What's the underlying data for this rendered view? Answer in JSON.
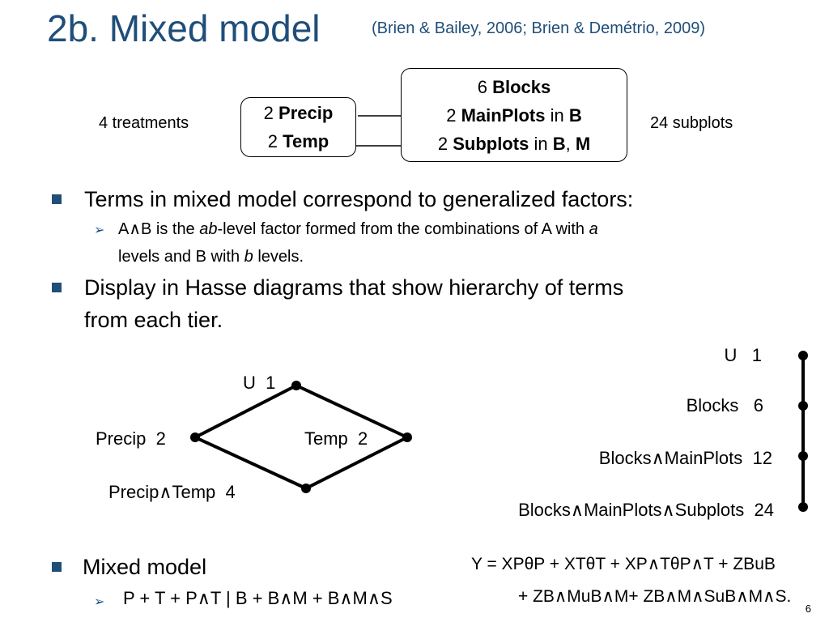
{
  "title": {
    "number": "2b.",
    "text": "Mixed model",
    "citation": "(Brien & Bailey, 2006; Brien & Demétrio, 2009)"
  },
  "tier_diagram": {
    "left_label": "4 treatments",
    "right_label": "24 subplots",
    "treatment_box": [
      {
        "count": "2",
        "factor": "Precip"
      },
      {
        "count": "2",
        "factor": "Temp"
      }
    ],
    "unit_box": [
      {
        "count": "6",
        "factor": "Blocks",
        "suffix_plain": "",
        "nested": ""
      },
      {
        "count": "2",
        "factor": "MainPlots",
        "suffix_plain": "in",
        "nested": "B"
      },
      {
        "count": "2",
        "factor": "Subplots",
        "suffix_plain": "in",
        "nested_a": "B",
        "sep": ",",
        "nested_b": "M"
      }
    ]
  },
  "bullets": {
    "b1": "Terms in mixed model correspond to generalized factors:",
    "b1_sub": {
      "p1": "A",
      "op": "∧",
      "p2": "B is the ",
      "ab": "ab",
      "p3": "-level factor formed from the combinations of A with ",
      "a": "a",
      "p4": "levels and B with ",
      "b": "b",
      "p5": " levels."
    },
    "b2_line1": "Display in Hasse diagrams that show hierarchy of terms",
    "b2_line2": "from each tier.",
    "b3": "Mixed model",
    "b3_sub": "P + T + P∧T | B + B∧M + B∧M∧S"
  },
  "hasse_treatments": {
    "u": {
      "name": "U",
      "df": "1"
    },
    "precip": {
      "name": "Precip",
      "df": "2"
    },
    "temp": {
      "name": "Temp",
      "df": "2"
    },
    "interaction": {
      "name": "Precip∧Temp",
      "df": "4"
    }
  },
  "hasse_units": {
    "u": {
      "name": "U",
      "df": "1"
    },
    "blocks": {
      "name": "Blocks",
      "df": "6"
    },
    "mainplots": {
      "name": "Blocks∧MainPlots",
      "df": "12"
    },
    "subplots": {
      "name": "Blocks∧MainPlots∧Subplots",
      "df": "24"
    }
  },
  "equation": {
    "line1": "Y = XPθP + XTθT + XP∧TθP∧T + ZBuB",
    "line2": "+ ZB∧MuB∧M+ ZB∧M∧SuB∧M∧S."
  },
  "page_number": "6"
}
